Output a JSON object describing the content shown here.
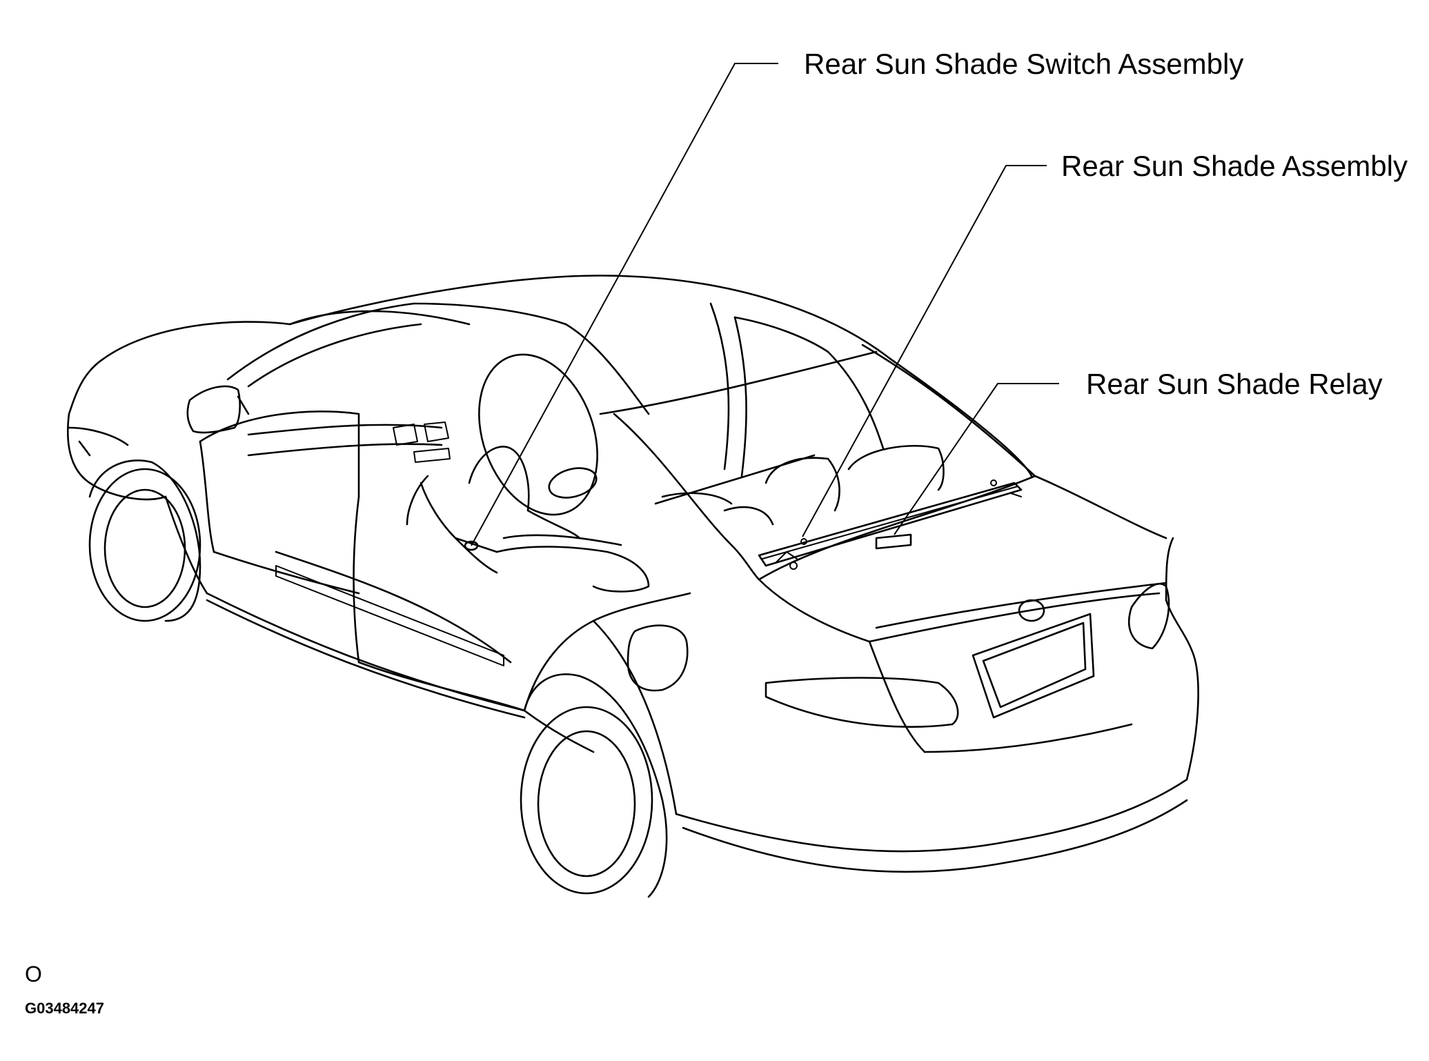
{
  "labels": {
    "switch_assembly": "Rear Sun Shade Switch Assembly",
    "shade_assembly": "Rear Sun Shade Assembly",
    "relay": "Rear Sun Shade Relay"
  },
  "footer": {
    "marker": "O",
    "figure_id": "G03484247"
  }
}
